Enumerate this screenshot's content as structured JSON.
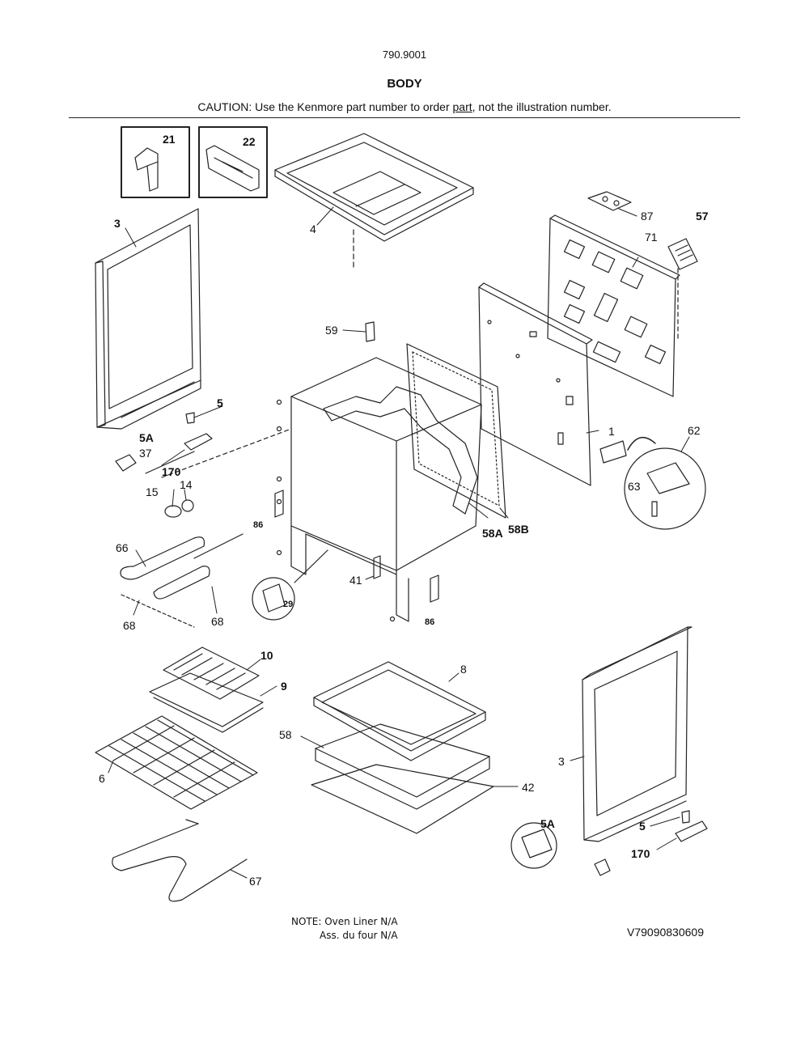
{
  "header": {
    "model": "790.9001",
    "title": "BODY",
    "caution_before": "CAUTION: Use the Kenmore part number to order ",
    "caution_link": "part",
    "caution_after": ", not the illustration number."
  },
  "callouts": {
    "c21": "21",
    "c22": "22",
    "c3a": "3",
    "c4": "4",
    "c87": "87",
    "c57": "57",
    "c71": "71",
    "c59": "59",
    "c5a": "5",
    "c5A": "5A",
    "c37": "37",
    "c170a": "170",
    "c15": "15",
    "c14": "14",
    "c86a": "86",
    "c1": "1",
    "c62": "62",
    "c63": "63",
    "c58A": "58A",
    "c58B": "58B",
    "c66": "66",
    "c68a": "68",
    "c68b": "68",
    "c29": "29",
    "c41": "41",
    "c86b": "86",
    "c10": "10",
    "c9": "9",
    "c8": "8",
    "c6": "6",
    "c58": "58",
    "c42": "42",
    "c3b": "3",
    "c5Ab": "5A",
    "c5b": "5",
    "c170b": "170",
    "c67": "67"
  },
  "footer": {
    "note_line1": "NOTE: Oven Liner N/A",
    "note_line2": "Ass. du four N/A",
    "reference": "V79090830609"
  },
  "colors": {
    "ink": "#111111",
    "background": "#ffffff"
  }
}
